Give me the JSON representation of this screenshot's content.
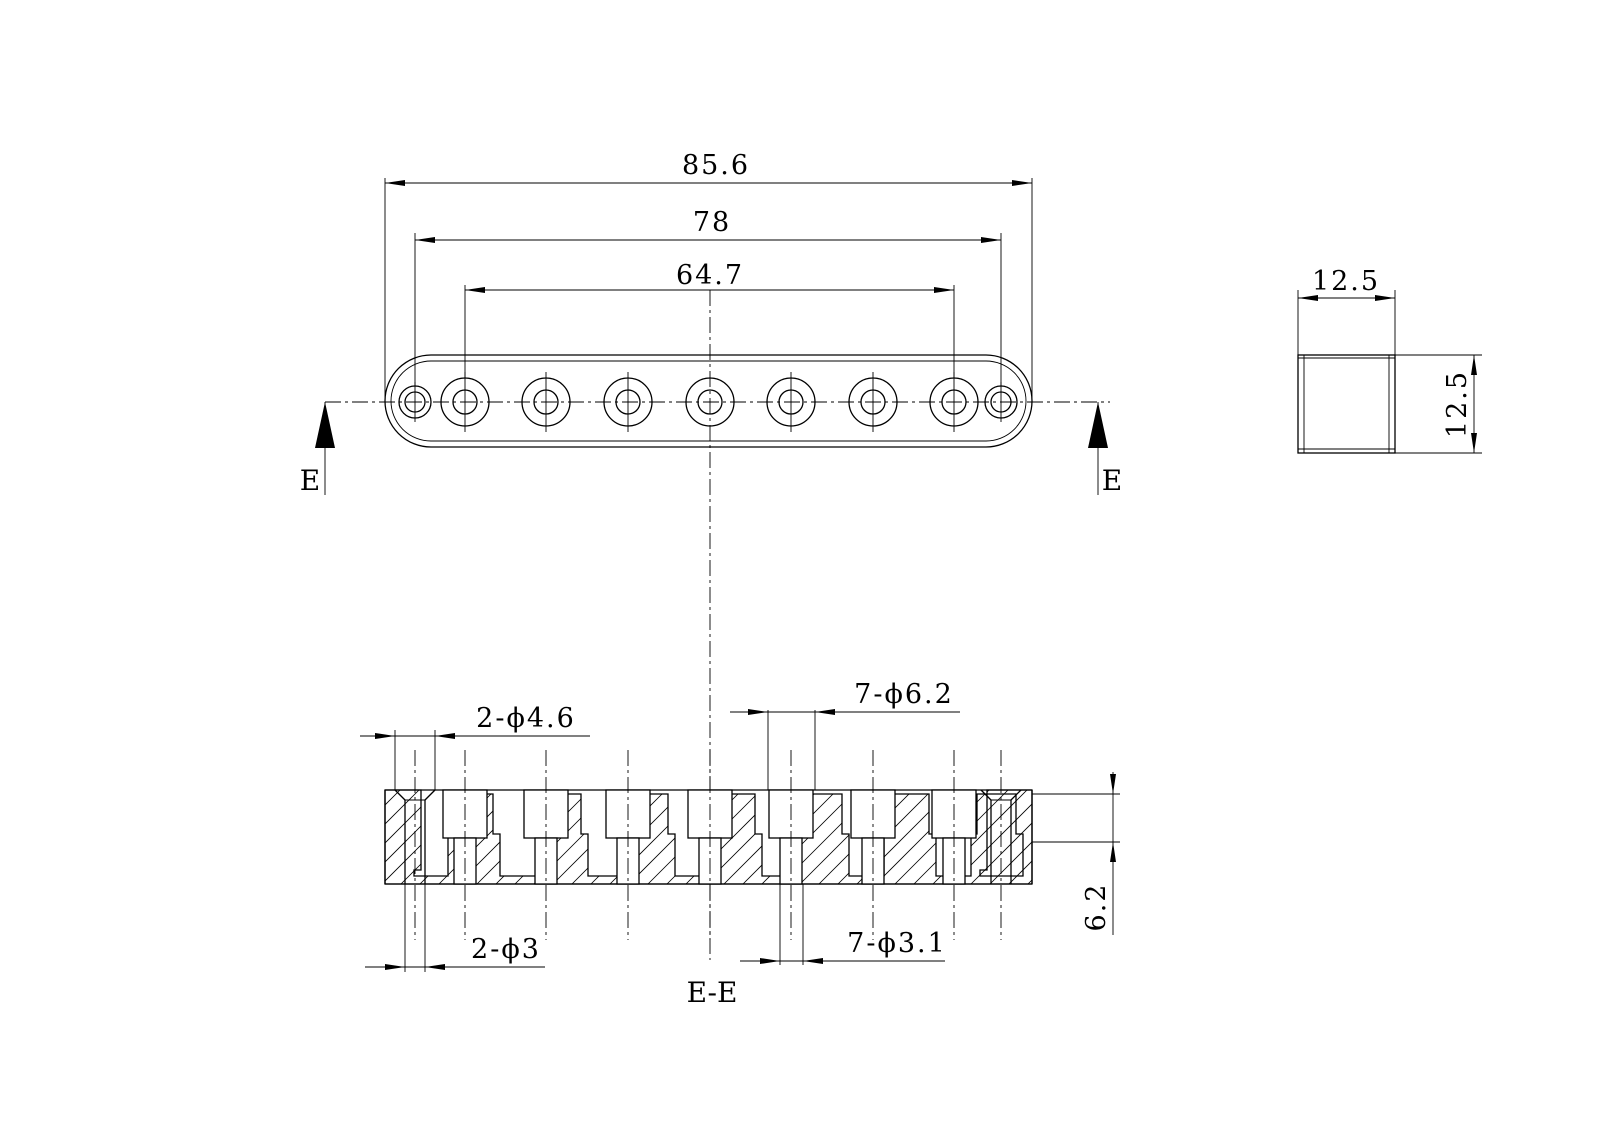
{
  "drawing": {
    "dimensions": {
      "overall_length": "85.6",
      "mount_spacing": "78",
      "pole_spacing": "64.7",
      "side_width": "12.5",
      "side_height": "12.5",
      "section_thickness": "6.2",
      "mount_counterbore": "2-ϕ4.6",
      "mount_hole": "2-ϕ3",
      "pole_counterbore": "7-ϕ6.2",
      "pole_hole": "7-ϕ3.1"
    },
    "labels": {
      "section_mark_left": "E",
      "section_mark_right": "E",
      "section_title": "E-E"
    }
  }
}
